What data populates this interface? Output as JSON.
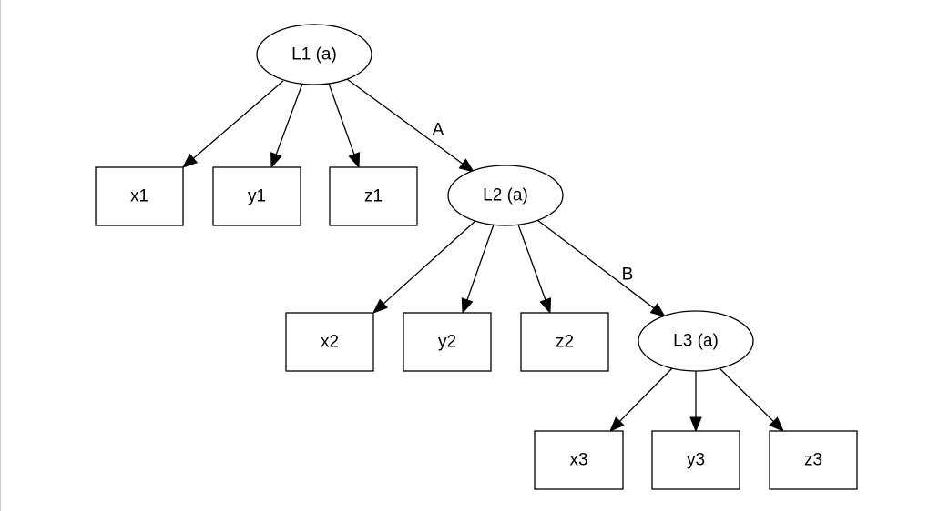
{
  "diagram": {
    "nodes": [
      {
        "id": "L1",
        "label": "L1 (a)",
        "shape": "ellipse"
      },
      {
        "id": "x1",
        "label": "x1",
        "shape": "box"
      },
      {
        "id": "y1",
        "label": "y1",
        "shape": "box"
      },
      {
        "id": "z1",
        "label": "z1",
        "shape": "box"
      },
      {
        "id": "L2",
        "label": "L2 (a)",
        "shape": "ellipse"
      },
      {
        "id": "x2",
        "label": "x2",
        "shape": "box"
      },
      {
        "id": "y2",
        "label": "y2",
        "shape": "box"
      },
      {
        "id": "z2",
        "label": "z2",
        "shape": "box"
      },
      {
        "id": "L3",
        "label": "L3 (a)",
        "shape": "ellipse"
      },
      {
        "id": "x3",
        "label": "x3",
        "shape": "box"
      },
      {
        "id": "y3",
        "label": "y3",
        "shape": "box"
      },
      {
        "id": "z3",
        "label": "z3",
        "shape": "box"
      }
    ],
    "edges": [
      {
        "from": "L1",
        "to": "x1",
        "label": ""
      },
      {
        "from": "L1",
        "to": "y1",
        "label": ""
      },
      {
        "from": "L1",
        "to": "z1",
        "label": ""
      },
      {
        "from": "L1",
        "to": "L2",
        "label": "A"
      },
      {
        "from": "L2",
        "to": "x2",
        "label": ""
      },
      {
        "from": "L2",
        "to": "y2",
        "label": ""
      },
      {
        "from": "L2",
        "to": "z2",
        "label": ""
      },
      {
        "from": "L2",
        "to": "L3",
        "label": "B"
      },
      {
        "from": "L3",
        "to": "x3",
        "label": ""
      },
      {
        "from": "L3",
        "to": "y3",
        "label": ""
      },
      {
        "from": "L3",
        "to": "z3",
        "label": ""
      }
    ]
  }
}
